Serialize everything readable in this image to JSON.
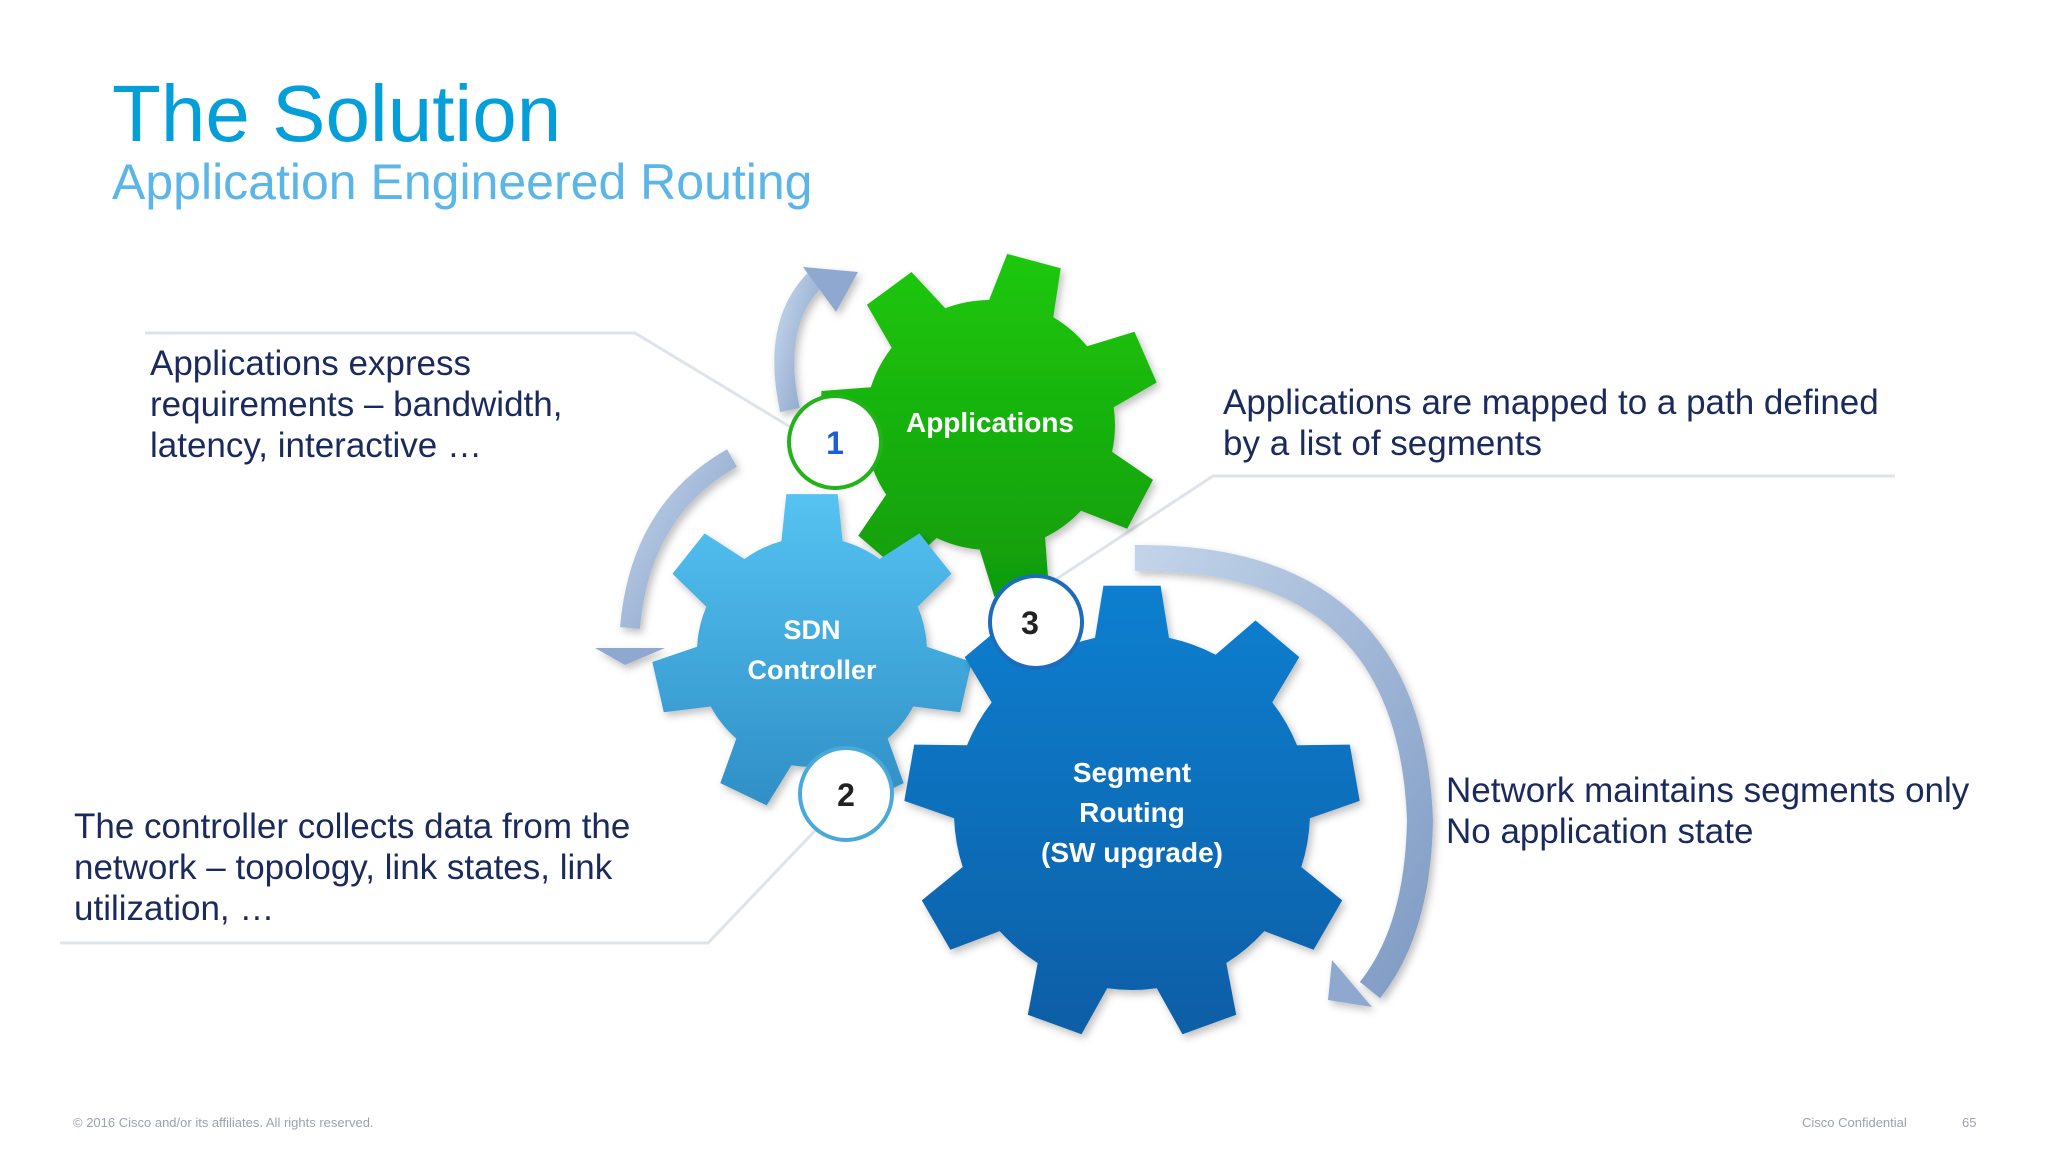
{
  "header": {
    "title": "The Solution",
    "subtitle": "Application Engineered Routing"
  },
  "callouts": {
    "apps_require": [
      "Applications express",
      "requirements – bandwidth,",
      "latency, interactive …"
    ],
    "apps_mapped": [
      "Applications are mapped to a path defined",
      "by a list of segments"
    ],
    "network": [
      "Network maintains segments only",
      "No application state"
    ],
    "controller": [
      "The controller collects data from the",
      "network – topology, link states, link",
      "utilization, …"
    ]
  },
  "gears": {
    "applications": {
      "label": "Applications",
      "color": "#21b30f"
    },
    "sdn": {
      "label_line1": "SDN",
      "label_line2": "Controller",
      "color": "#3da8dc"
    },
    "segment": {
      "label_line1": "Segment",
      "label_line2": "Routing",
      "label_line3": "(SW upgrade)",
      "color": "#0a6ebd"
    }
  },
  "steps": {
    "one": "1",
    "two": "2",
    "three": "3"
  },
  "footer": {
    "copyright": "© 2016 Cisco and/or its affiliates. All rights reserved.",
    "confidential": "Cisco Confidential",
    "page": "65"
  }
}
